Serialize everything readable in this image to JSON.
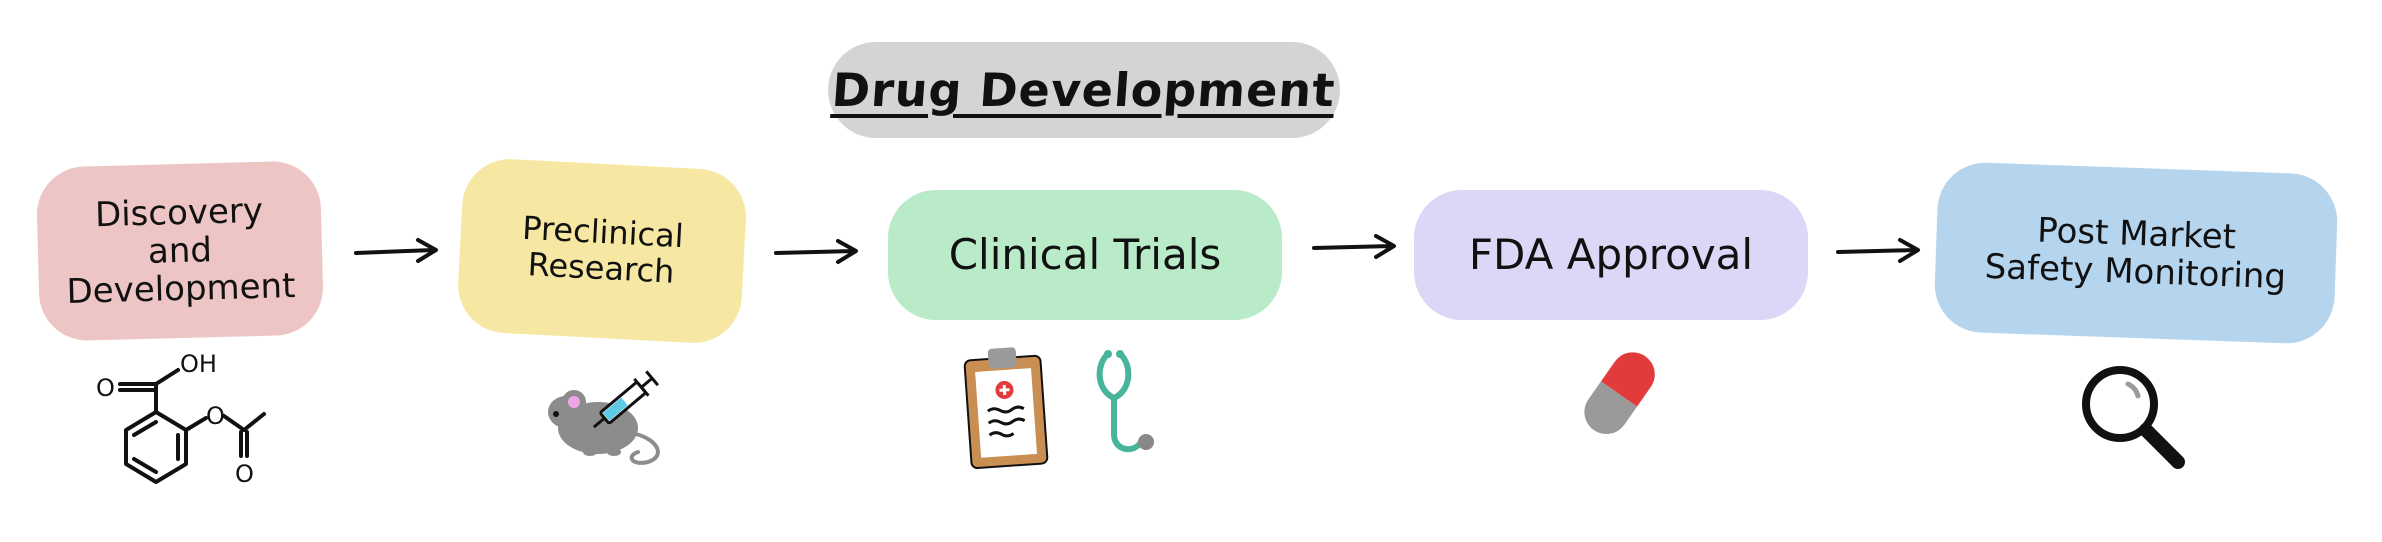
{
  "title": "Drug Development",
  "stages": [
    {
      "label": "Discovery\nand\nDevelopment",
      "icon": "aspirin-molecule-icon"
    },
    {
      "label": "Preclinical\nResearch",
      "icon": "mouse-syringe-icon"
    },
    {
      "label": "Clinical Trials",
      "icon": "clipboard-stethoscope-icon"
    },
    {
      "label": "FDA Approval",
      "icon": "pill-icon"
    },
    {
      "label": "Post Market\nSafety Monitoring",
      "icon": "magnifying-glass-icon"
    }
  ],
  "molecule_labels": {
    "oh": "OH",
    "o1": "O",
    "o2": "O",
    "o3": "O"
  },
  "colors": {
    "title_bg": "#d4d4d4",
    "stage1": "#edc5c5",
    "stage2": "#f6e7a3",
    "stage3": "#b9ebc8",
    "stage4": "#dcd6f7",
    "stage5": "#b5d5ef"
  }
}
